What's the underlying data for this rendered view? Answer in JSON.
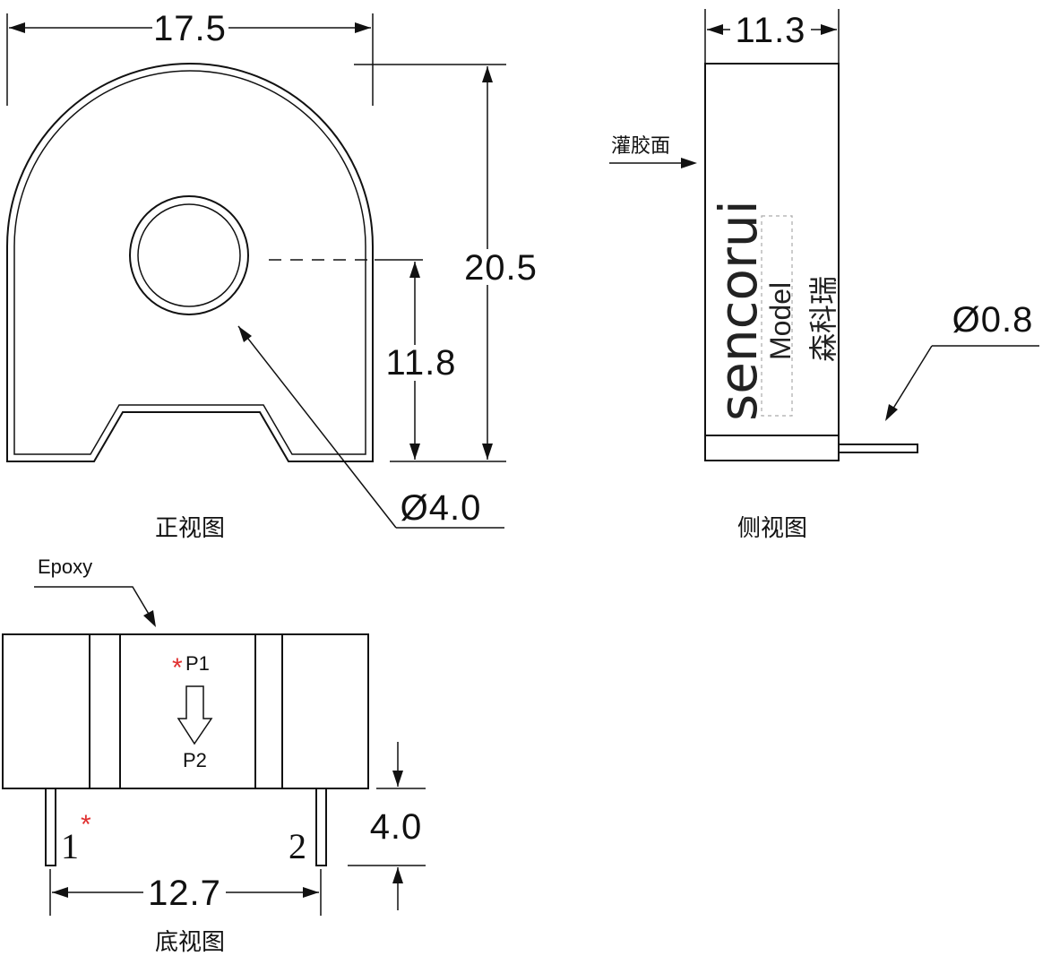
{
  "front_view": {
    "caption": "正视图",
    "width_dim": "17.5",
    "height_dim": "20.5",
    "hole_height_dim": "11.8",
    "hole_diameter_dim": "Ø4.0"
  },
  "side_view": {
    "caption": "侧视图",
    "thickness_dim": "11.3",
    "potting_label": "灌胶面",
    "pin_diameter_dim": "Ø0.8",
    "brand": "sencorui",
    "model_label": "Model",
    "brand_cn": "森科瑞"
  },
  "bottom_view": {
    "caption": "底视图",
    "epoxy_label": "Epoxy",
    "p1_label": "P1",
    "p2_label": "P2",
    "star_mark": "*",
    "pin1_label": "1",
    "pin2_label": "2",
    "pin_length_dim": "4.0",
    "pin_pitch_dim": "12.7"
  }
}
